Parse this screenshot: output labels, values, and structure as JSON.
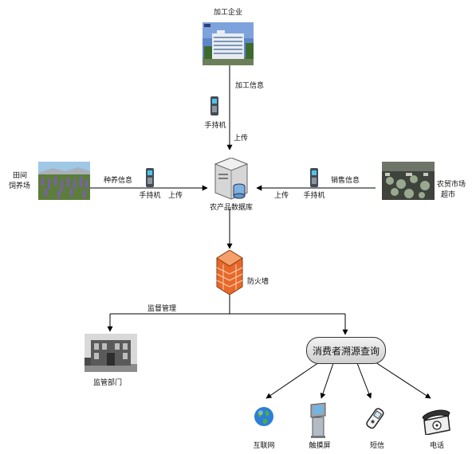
{
  "nodes": {
    "processing_enterprise": "加工企业",
    "field": "田间",
    "farm": "饲养场",
    "database": "农产品数据库",
    "market": "农贸市场",
    "supermarket": "超市",
    "firewall": "防火墙",
    "regulator": "监管部门",
    "consumer_query": "消费者溯源查询"
  },
  "edges": {
    "processing_info": "加工信息",
    "handheld_top": "手持机",
    "upload_top": "上传",
    "breeding_info": "种养信息",
    "handheld_left": "手持机",
    "upload_left": "上传",
    "sales_info": "销售信息",
    "handheld_right": "手持机",
    "upload_right": "上传",
    "supervision": "监督管理"
  },
  "channels": {
    "internet": "互联网",
    "touchscreen": "触摸屏",
    "sms": "短信",
    "phone": "电话"
  }
}
